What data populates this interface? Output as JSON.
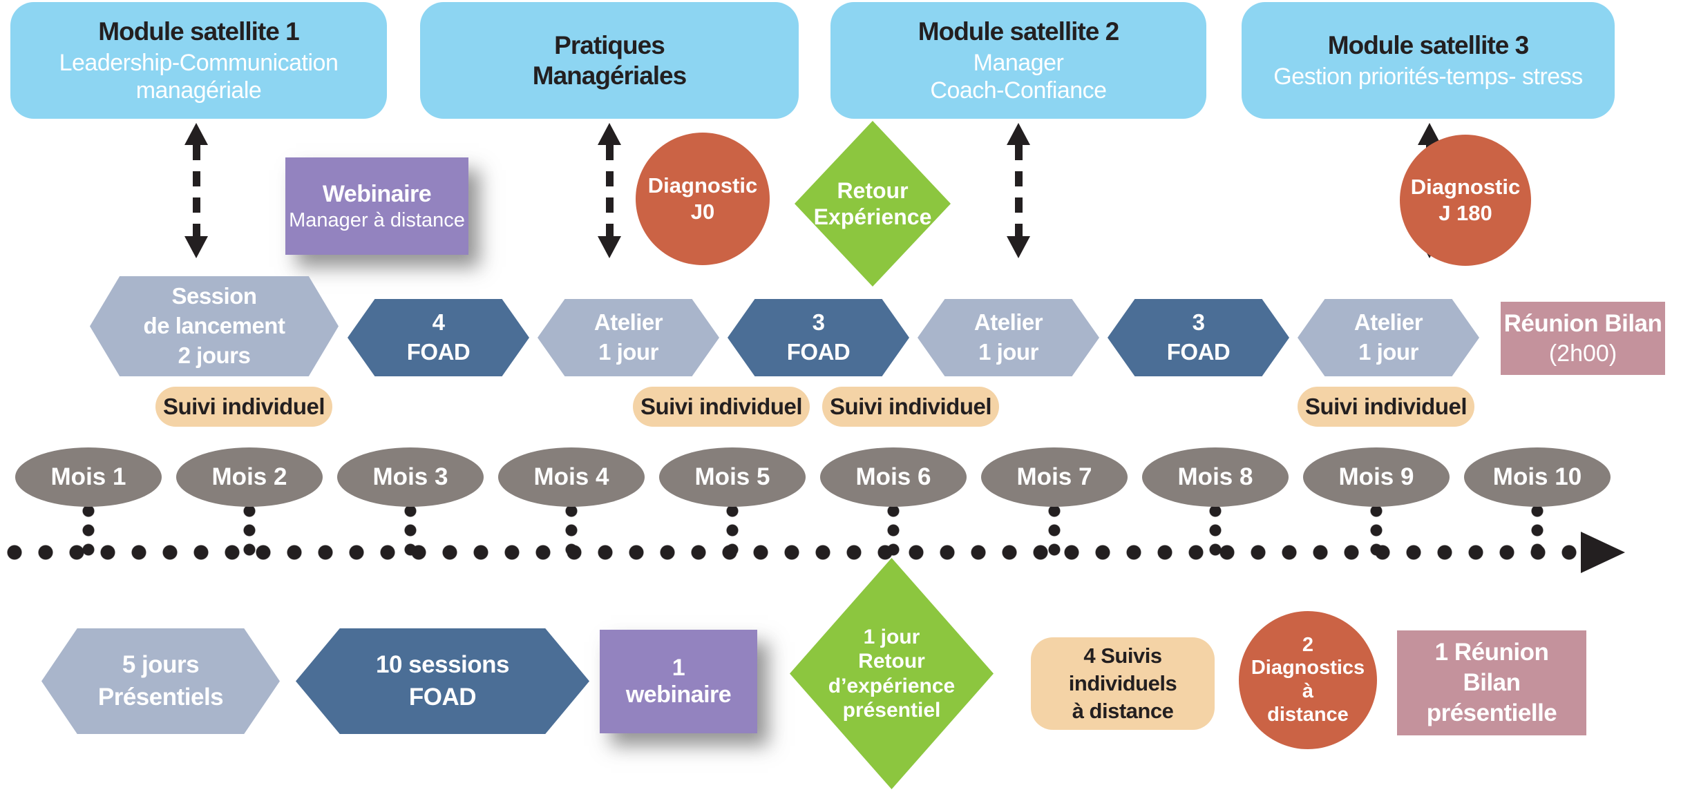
{
  "top_boxes": [
    {
      "title": "Module satellite 1",
      "subtitle": [
        "Leadership-Communication",
        "managériale"
      ]
    },
    {
      "title_lines": [
        "Pratiques",
        "Managériales"
      ]
    },
    {
      "title": "Module satellite 2",
      "subtitle": [
        "Manager",
        "Coach-Confiance"
      ]
    },
    {
      "title": "Module satellite 3",
      "subtitle": [
        "Gestion priorités-temps- stress"
      ]
    }
  ],
  "webinaire_box": {
    "title": "Webinaire",
    "subtitle": "Manager à distance"
  },
  "diagnostics": [
    {
      "lines": [
        "Diagnostic",
        "J0"
      ]
    },
    {
      "lines": [
        "Diagnostic",
        "J 180"
      ]
    }
  ],
  "retour_experience": {
    "lines": [
      "Retour",
      "Expérience"
    ]
  },
  "band": [
    {
      "type": "hex-light",
      "lines": [
        "Session",
        "de lancement",
        "2 jours"
      ]
    },
    {
      "type": "hex-dark",
      "lines": [
        "4",
        "FOAD"
      ]
    },
    {
      "type": "hex-light",
      "lines": [
        "Atelier",
        "1 jour"
      ]
    },
    {
      "type": "hex-dark",
      "lines": [
        "3",
        "FOAD"
      ]
    },
    {
      "type": "hex-light",
      "lines": [
        "Atelier",
        "1 jour"
      ]
    },
    {
      "type": "hex-dark",
      "lines": [
        "3",
        "FOAD"
      ]
    },
    {
      "type": "hex-light",
      "lines": [
        "Atelier",
        "1 jour"
      ]
    },
    {
      "type": "rect-rose",
      "title": "Réunion Bilan",
      "subtitle": "(2h00)"
    }
  ],
  "suivi_pills": [
    "Suivi individuel",
    "Suivi individuel",
    "Suivi individuel",
    "Suivi individuel"
  ],
  "months": [
    "Mois 1",
    "Mois 2",
    "Mois 3",
    "Mois 4",
    "Mois 5",
    "Mois 6",
    "Mois 7",
    "Mois 8",
    "Mois 9",
    "Mois 10"
  ],
  "legend": {
    "presentiels": {
      "lines": [
        "5 jours",
        "Présentiels"
      ]
    },
    "foad": {
      "lines": [
        "10 sessions",
        "FOAD"
      ]
    },
    "webinaire": {
      "lines": [
        "1",
        "webinaire"
      ]
    },
    "retour": {
      "lines": [
        "1 jour",
        "Retour",
        "d’expérience",
        "présentiel"
      ]
    },
    "suivis": {
      "lines": [
        "4 Suivis",
        "individuels",
        "à distance"
      ]
    },
    "diagnostics": {
      "lines": [
        "2",
        "Diagnostics",
        "à",
        "distance"
      ]
    },
    "reunion": {
      "lines": [
        "1 Réunion",
        "Bilan",
        "présentielle"
      ]
    }
  },
  "colors": {
    "sky_blue": "#8DD5F2",
    "purple": "#9383BF",
    "orange": "#CB6345",
    "green": "#8CC63F",
    "hex_light": "#A9B5CB",
    "hex_dark": "#4B6E96",
    "tan": "#F4D3A6",
    "rose": "#C4929C",
    "oval_gray": "#867F7B",
    "text_black": "#231f20",
    "text_white": "#ffffff"
  }
}
